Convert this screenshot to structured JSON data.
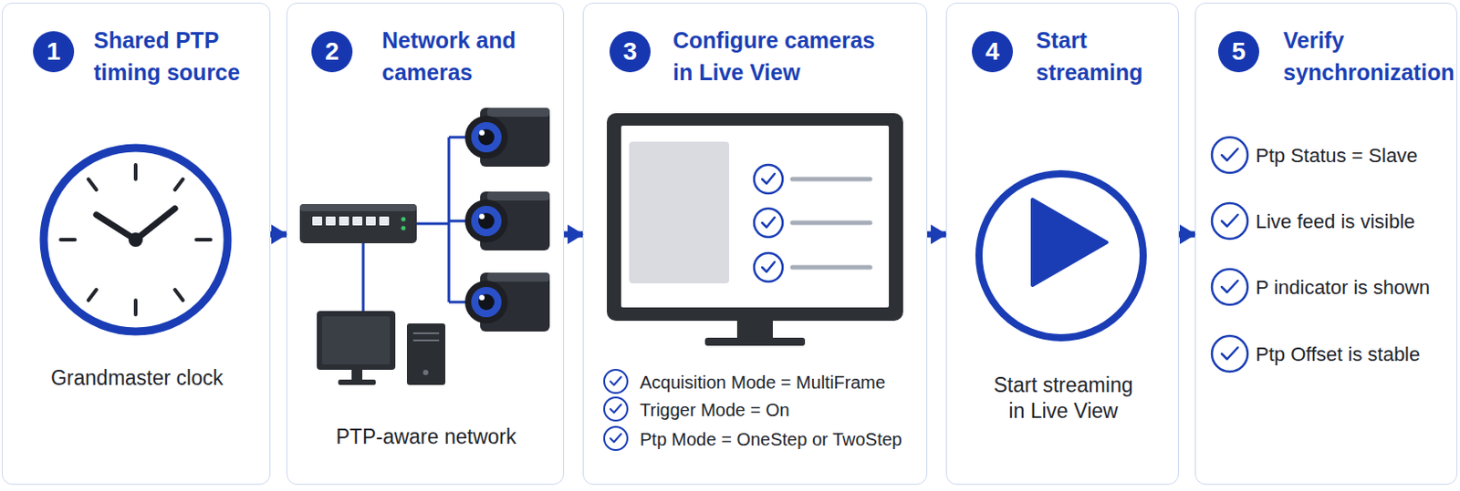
{
  "diagram": {
    "nodes": [
      {
        "text": [
          "Shared PTP timing source",
          "Grandmaster clock"
        ]
      },
      {
        "text": [
          "1"
        ],
        "in": 0
      },
      {
        "text": [
          "Network and cameras",
          "PTP-aware network"
        ]
      },
      {
        "text": [
          "2"
        ],
        "in": 2
      },
      {
        "text": [
          "Configure cameras in Live View",
          "Acquisition Mode = MultiFrame",
          "Trigger Mode = On",
          "Ptp Mode = OneStep or TwoStep"
        ]
      },
      {
        "text": [
          "3"
        ],
        "in": 4
      },
      {
        "text": [
          "Start streaming",
          "Start streaming in Live View"
        ]
      },
      {
        "text": [
          "4"
        ],
        "in": 6
      },
      {
        "text": [
          "Verify synchronization",
          "Ptp Status = Slave",
          "Live feed is visible",
          "P indicator is shown",
          "Ptp Offset is stable"
        ]
      },
      {
        "text": [
          "5"
        ],
        "in": 8
      }
    ],
    "edges": [
      {
        "from": 0,
        "to": 2,
        "arrow": "to"
      },
      {
        "from": 2,
        "to": 4,
        "arrow": "to"
      },
      {
        "from": 4,
        "to": 6,
        "arrow": "to"
      },
      {
        "from": 6,
        "to": 8,
        "arrow": "to"
      }
    ]
  }
}
